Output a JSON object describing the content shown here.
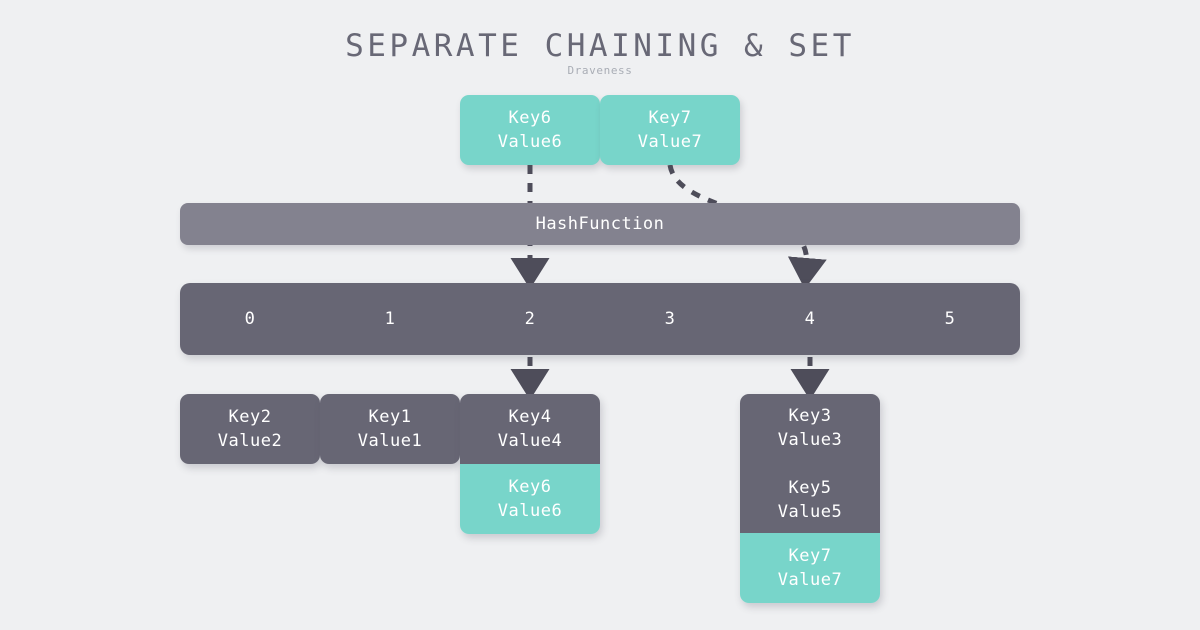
{
  "header": {
    "title": "SEPARATE CHAINING & SET",
    "subtitle": "Draveness"
  },
  "colors": {
    "background": "#eff0f2",
    "accent_teal": "#78d5ca",
    "dark_gray": "#676674",
    "mid_gray": "#83828f",
    "title_text": "#686876",
    "subtitle_text": "#a9adb5",
    "arrow": "#4e4d5a"
  },
  "entries": [
    {
      "key": "Key6",
      "value": "Value6",
      "color": "teal",
      "target_slot": "2"
    },
    {
      "key": "Key7",
      "value": "Value7",
      "color": "teal",
      "target_slot": "4"
    }
  ],
  "hash_function": {
    "label": "HashFunction"
  },
  "slots": {
    "labels": [
      "0",
      "1",
      "2",
      "3",
      "4",
      "5"
    ]
  },
  "buckets": [
    {
      "slot": "0",
      "cells": [
        {
          "lines": [
            "Key2",
            "Value2"
          ],
          "color": "gray"
        }
      ]
    },
    {
      "slot": "1",
      "cells": [
        {
          "lines": [
            "Key1",
            "Value1"
          ],
          "color": "gray"
        }
      ]
    },
    {
      "slot": "2",
      "cells": [
        {
          "lines": [
            "Key4",
            "Value4"
          ],
          "color": "gray"
        },
        {
          "lines": [
            "Key6",
            "Value6"
          ],
          "color": "teal"
        }
      ]
    },
    {
      "slot": "4",
      "cells": [
        {
          "lines": [
            "Key3",
            "Value3",
            "",
            "Key5",
            "Value5"
          ],
          "color": "gray"
        },
        {
          "lines": [
            "Key7",
            "Value7"
          ],
          "color": "teal"
        }
      ]
    }
  ],
  "arrows": [
    {
      "name": "key6-to-slot2",
      "from": "entry-0",
      "to": "slot-2",
      "style": "dashed-straight"
    },
    {
      "name": "key7-to-slot4",
      "from": "entry-1",
      "to": "slot-4",
      "style": "dashed-curved"
    },
    {
      "name": "slot2-to-bucket2",
      "from": "slot-2",
      "to": "bucket-2",
      "style": "dashed-straight"
    },
    {
      "name": "slot4-to-bucket4",
      "from": "slot-4",
      "to": "bucket-4",
      "style": "dashed-straight"
    }
  ]
}
